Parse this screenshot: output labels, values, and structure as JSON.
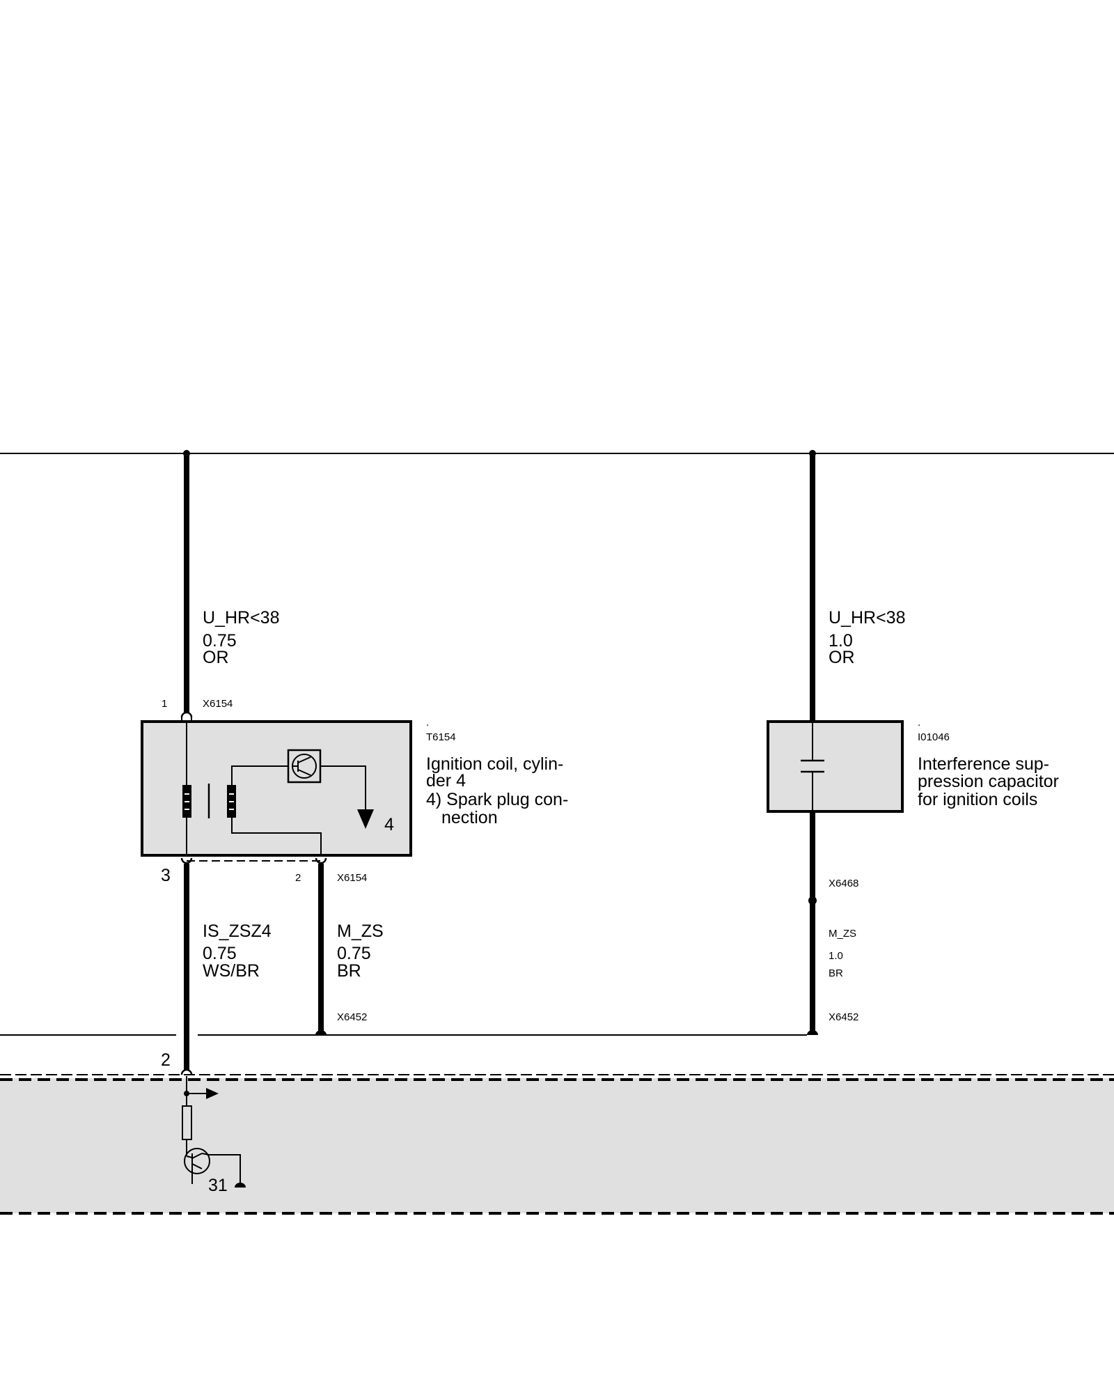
{
  "colors": {
    "component_fill": "#e0e0e0",
    "control_unit_fill": "#e0e0e0",
    "wire": "#000000"
  },
  "wires": {
    "coil_supply": {
      "signal": "U_HR<38",
      "size": "0.75",
      "color": "OR"
    },
    "capacitor_supply": {
      "signal": "U_HR<38",
      "size": "1.0",
      "color": "OR"
    },
    "coil_signal": {
      "signal": "IS_ZSZ4",
      "size": "0.75",
      "color": "WS/BR"
    },
    "coil_ground": {
      "signal": "M_ZS",
      "size": "0.75",
      "color": "BR"
    },
    "capacitor_ground": {
      "signal": "M_ZS",
      "size": "1.0",
      "color": "BR"
    }
  },
  "connectors": {
    "coil_top": {
      "id": "X6154",
      "pin": "1"
    },
    "coil_bottom_left": {
      "pin": "3"
    },
    "coil_bottom_right": {
      "id": "X6154",
      "pin": "2"
    },
    "capacitor_bottom": {
      "id": "X6468"
    },
    "ground_left": {
      "id": "X6452"
    },
    "ground_right": {
      "id": "X6452"
    },
    "control_unit_pin": {
      "pin": "2"
    },
    "control_unit_ground": {
      "pin": "31"
    }
  },
  "components": {
    "ignition_coil": {
      "dot": ".",
      "id": "T6154",
      "desc_lines": [
        "Ignition coil, cylin-",
        "der 4",
        "4) Spark plug con-",
        "nection"
      ],
      "inner_label": "4"
    },
    "capacitor": {
      "dot": ".",
      "id": "I01046",
      "desc_lines": [
        "Interference sup-",
        "pression capacitor",
        "for ignition coils"
      ]
    }
  }
}
